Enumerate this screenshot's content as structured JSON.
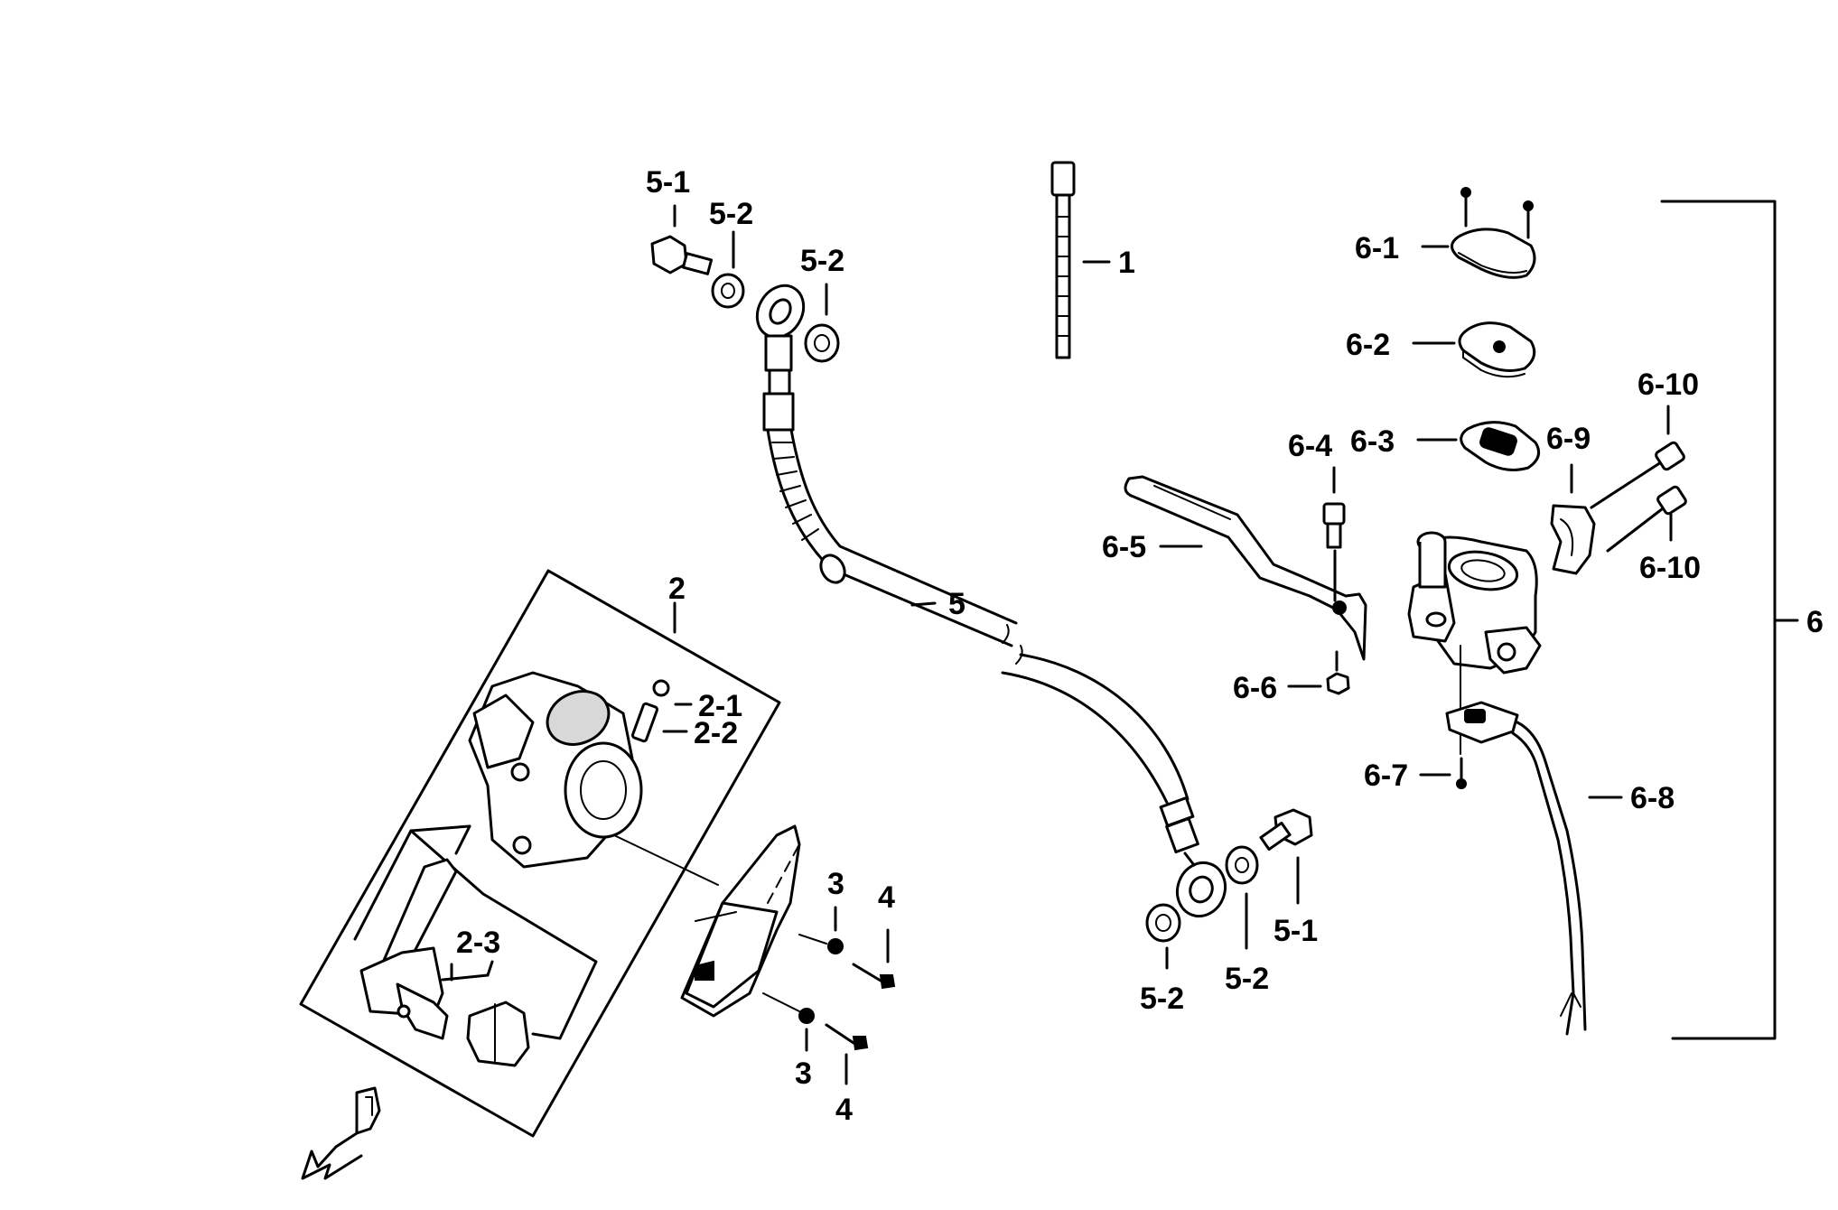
{
  "labels": {
    "part_1": "1",
    "part_2": "2",
    "part_2_1": "2-1",
    "part_2_2": "2-2",
    "part_2_3": "2-3",
    "part_3_upper": "3",
    "part_3_lower": "3",
    "part_4_upper": "4",
    "part_4_lower": "4",
    "part_5": "5",
    "part_5_1_top": "5-1",
    "part_5_2_top_a": "5-2",
    "part_5_2_top_b": "5-2",
    "part_5_1_bottom": "5-1",
    "part_5_2_bottom_a": "5-2",
    "part_5_2_bottom_b": "5-2",
    "part_6": "6",
    "part_6_1": "6-1",
    "part_6_2": "6-2",
    "part_6_3": "6-3",
    "part_6_4": "6-4",
    "part_6_5": "6-5",
    "part_6_6": "6-6",
    "part_6_7": "6-7",
    "part_6_8": "6-8",
    "part_6_9": "6-9",
    "part_6_10_upper": "6-10",
    "part_6_10_lower": "6-10"
  },
  "icons": {
    "front_direction": "front-arrow-icon"
  }
}
